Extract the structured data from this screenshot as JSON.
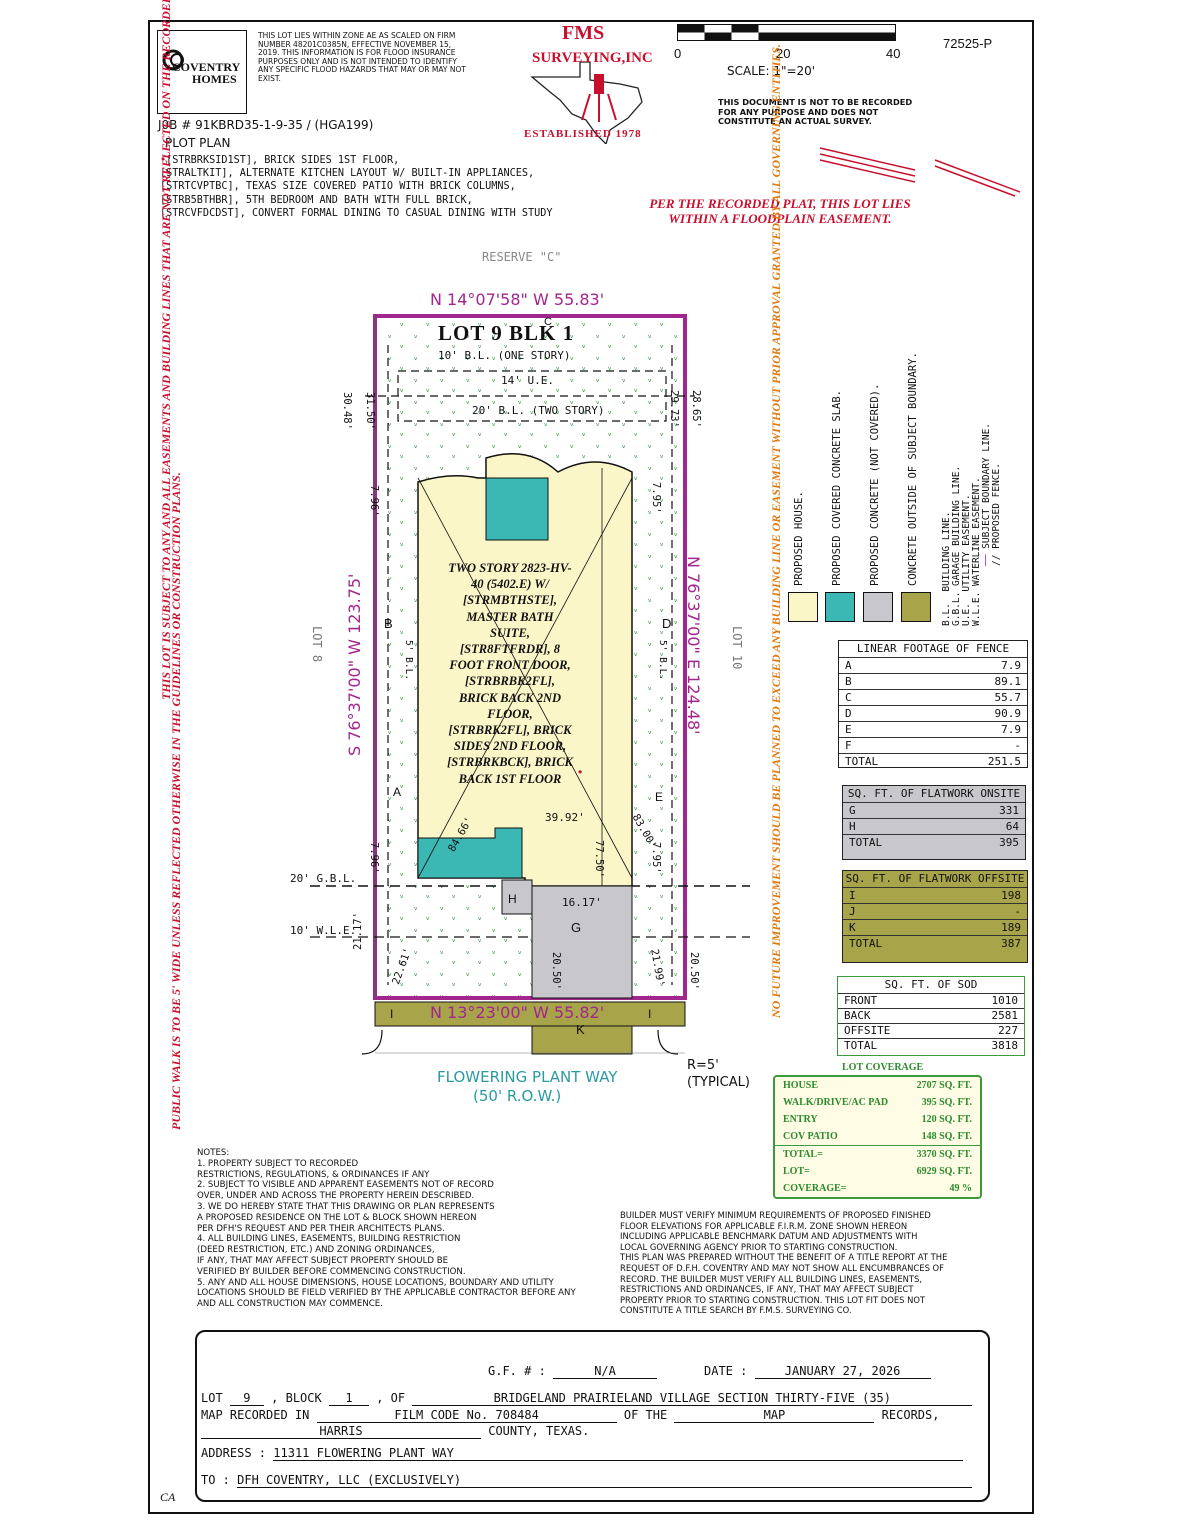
{
  "header": {
    "job_number": "J0B # 91KBRD35-1-9-35 / (HGA199)",
    "plot_plan": "PLOT PLAN",
    "options": [
      "[STRBRKSID1ST], BRICK SIDES 1ST FLOOR,",
      "[STRALTKIT], ALTERNATE KITCHEN LAYOUT W/ BUILT-IN APPLIANCES,",
      "[STRTCVPTBC], TEXAS SIZE COVERED PATIO WITH BRICK COLUMNS,",
      "[STRB5BTHBR], 5TH BEDROOM AND BATH WITH FULL BRICK,",
      "[STRCVFDCDST], CONVERT FORMAL DINING TO CASUAL DINING WITH STUDY"
    ],
    "flood_note": "THIS LOT LIES WITHIN ZONE AE AS SCALED ON FIRM NUMBER 48201C0385N, EFFECTIVE NOVEMBER 15, 2019. THIS INFORMATION IS FOR FLOOD INSURANCE PURPOSES ONLY AND IS NOT INTENDED TO IDENTIFY ANY SPECIFIC FLOOD HAZARDS THAT MAY OR MAY NOT EXIST.",
    "logo_line1": "COVENTRY",
    "logo_line2": "HOMES",
    "fms_line1": "FMS",
    "fms_line2": "SURVEYING,INC",
    "established": "ESTABLISHED 1978",
    "scale_0": "0",
    "scale_20": "20",
    "scale_40": "40",
    "scale_label": "SCALE:  1\"=20'",
    "doc_number": "72525-P",
    "not_survey": "THIS DOCUMENT IS NOT TO BE RECORDED FOR ANY PURPOSE AND DOES NOT CONSTITUTE AN ACTUAL SURVEY.",
    "floodplain_note": "PER THE RECORDED PLAT, THIS LOT LIES WITHIN A FLOODPLAIN EASEMENT."
  },
  "plan": {
    "reserve": "RESERVE \"C\"",
    "north_line": "N 14°07'58\" W 55.83'",
    "south_line": "N 13°23'00\" W 55.82'",
    "west_line": "S 76°37'00\" W 123.75'",
    "east_line": "N 76°37'00\" E 124.48'",
    "lot_title": "LOT 9  BLK 1",
    "bl_one": "10' B.L. (ONE STORY)",
    "ue": "14' U.E.",
    "bl_two": "20' B.L. (TWO STORY)",
    "lot8": "LOT 8",
    "lot10": "LOT 10",
    "house_text": "TWO STORY 2823-HV-40 (5402.E) W/ [STRMBTHSTE], MASTER BATH SUITE, [STR8FTFRDR], 8 FOOT FRONT DOOR, [STRBRBK2FL], BRICK BACK 2ND FLOOR, [STRBRK2FL], BRICK SIDES 2ND FLOOR, [STRBRKBCK], BRICK BACK 1ST FLOOR",
    "dims": {
      "d3048": "30.48'",
      "d3150": "31.50'",
      "d2973": "29.73'",
      "d2865": "28.65'",
      "d796a": "7.96'",
      "d795a": "7.95'",
      "d796b": "7.96'",
      "d795b": "7.95'",
      "d3992": "39.92'",
      "d8466": "84.66'",
      "d7750": "77.50'",
      "d8300": "83.00'",
      "d1617": "16.17'",
      "d2050a": "20.50'",
      "d2050b": "20.50'",
      "d2117": "21.17'",
      "d2261": "22.61'",
      "d2199": "21.99'",
      "bl5a": "5' B.L.",
      "bl5b": "5' B.L."
    },
    "labels": {
      "A": "A",
      "B": "B",
      "C": "C",
      "D": "D",
      "E": "E",
      "G": "G",
      "H": "H",
      "I1": "I",
      "I2": "I",
      "K": "K"
    },
    "gbl": "20' G.B.L.",
    "wle": "10' W.L.E.",
    "street": "FLOWERING PLANT WAY",
    "row": "(50' R.O.W.)",
    "radius": "R=5'",
    "typical": "(TYPICAL)"
  },
  "legend": {
    "items": [
      {
        "label": "PROPOSED HOUSE.",
        "color": "#fbf6c8"
      },
      {
        "label": "PROPOSED COVERED CONCRETE SLAB.",
        "color": "#3bb8b4"
      },
      {
        "label": "PROPOSED CONCRETE (NOT COVERED).",
        "color": "#c8c8cc"
      },
      {
        "label": "CONCRETE OUTSIDE OF SUBJECT BOUNDARY.",
        "color": "#a7a44a"
      }
    ],
    "abbr": [
      {
        "key": "B.L.",
        "label": "BUILDING LINE."
      },
      {
        "key": "G.B.L.",
        "label": "GARAGE BUILDING LINE."
      },
      {
        "key": "U.E.",
        "label": "UTILITY EASEMENT."
      },
      {
        "key": "W.L.E.",
        "label": "WATERLINE EASEMENT."
      },
      {
        "key": "",
        "label": "SUBJECT BOUNDARY LINE."
      },
      {
        "key": "",
        "label": "PROPOSED FENCE."
      }
    ]
  },
  "fence": {
    "title": "LINEAR FOOTAGE OF FENCE",
    "rows": [
      {
        "k": "A",
        "v": "7.9"
      },
      {
        "k": "B",
        "v": "89.1"
      },
      {
        "k": "C",
        "v": "55.7"
      },
      {
        "k": "D",
        "v": "90.9"
      },
      {
        "k": "E",
        "v": "7.9"
      },
      {
        "k": "F",
        "v": "-"
      },
      {
        "k": "TOTAL",
        "v": "251.5"
      }
    ]
  },
  "onsite": {
    "title": "SQ. FT. OF FLATWORK ONSITE",
    "rows": [
      {
        "k": "G",
        "v": "331"
      },
      {
        "k": "H",
        "v": "64"
      },
      {
        "k": "TOTAL",
        "v": "395"
      }
    ]
  },
  "offsite": {
    "title": "SQ. FT. OF FLATWORK OFFSITE",
    "rows": [
      {
        "k": "I",
        "v": "198"
      },
      {
        "k": "J",
        "v": "-"
      },
      {
        "k": "K",
        "v": "189"
      },
      {
        "k": "TOTAL",
        "v": "387"
      }
    ]
  },
  "sod": {
    "title": "SQ. FT. OF SOD",
    "rows": [
      {
        "k": "FRONT",
        "v": "1010"
      },
      {
        "k": "BACK",
        "v": "2581"
      },
      {
        "k": "OFFSITE",
        "v": "227"
      },
      {
        "k": "TOTAL",
        "v": "3818"
      }
    ]
  },
  "coverage": {
    "title": "LOT COVERAGE",
    "rows": [
      {
        "k": "HOUSE",
        "v": "2707 SQ. FT."
      },
      {
        "k": "WALK/DRIVE/AC PAD",
        "v": "395 SQ. FT."
      },
      {
        "k": "ENTRY",
        "v": "120 SQ. FT."
      },
      {
        "k": "COV PATIO",
        "v": "148 SQ. FT."
      },
      {
        "k": "TOTAL=",
        "v": "3370 SQ. FT."
      },
      {
        "k": "LOT=",
        "v": "6929 SQ. FT."
      },
      {
        "k": "COVERAGE=",
        "v": "49 %"
      }
    ]
  },
  "side_notes": {
    "left1": "THIS LOT IS SUBJECT TO ANY AND ALL EASEMENTS AND BUILDING LINES THAT ARE NOT REFLECTED ON THE RECORDED PLAT.",
    "left2": "PUBLIC WALK IS TO BE 5' WIDE UNLESS REFLECTED OTHERWISE IN THE GUIDELINES OR CONSTRUCTION PLANS.",
    "right": "NO FUTURE IMPROVEMENT SHOULD BE PLANNED TO EXCEED ANY BUILDING LINE OR EASEMENT WITHOUT PRIOR APPROVAL GRANTED BY ALL GOVERNING ENTITIES."
  },
  "notes": [
    "NOTES:",
    "1. PROPERTY SUBJECT TO RECORDED",
    "RESTRICTIONS, REGULATIONS, & ORDINANCES IF ANY",
    "2. SUBJECT TO VISIBLE AND APPARENT EASEMENTS NOT OF RECORD",
    "OVER, UNDER AND ACROSS THE PROPERTY HEREIN DESCRIBED.",
    "3. WE DO HEREBY STATE THAT THIS DRAWING OR PLAN REPRESENTS",
    "A PROPOSED RESIDENCE ON THE LOT & BLOCK SHOWN HEREON",
    "PER DFH'S REQUEST AND PER THEIR ARCHITECTS PLANS.",
    "4. ALL BUILDING LINES, EASEMENTS, BUILDING RESTRICTION",
    "(DEED RESTRICTION, ETC.) AND ZONING ORDINANCES,",
    "IF ANY, THAT MAY AFFECT SUBJECT PROPERTY SHOULD BE",
    "VERIFIED BY BUILDER BEFORE COMMENCING CONSTRUCTION.",
    "5. ANY AND ALL HOUSE DIMENSIONS, HOUSE LOCATIONS, BOUNDARY AND UTILITY",
    "LOCATIONS SHOULD BE FIELD VERIFIED BY THE APPLICABLE CONTRACTOR BEFORE ANY",
    "AND ALL CONSTRUCTION MAY COMMENCE."
  ],
  "builder_note": [
    "BUILDER MUST VERIFY MINIMUM REQUIREMENTS OF PROPOSED FINISHED",
    "FLOOR ELEVATIONS FOR APPLICABLE F.I.R.M. ZONE SHOWN HEREON",
    "INCLUDING APPLICABLE BENCHMARK DATUM AND ADJUSTMENTS WITH",
    "LOCAL GOVERNING AGENCY PRIOR TO STARTING CONSTRUCTION.",
    "THIS PLAN WAS PREPARED WITHOUT THE BENEFIT OF A TITLE REPORT AT THE",
    "REQUEST OF D.F.H. COVENTRY AND MAY NOT SHOW ALL ENCUMBRANCES OF",
    "RECORD. THE BUILDER MUST VERIFY ALL BUILDING LINES, EASEMENTS,",
    "RESTRICTIONS AND ORDINANCES, IF ANY, THAT MAY AFFECT SUBJECT",
    "PROPERTY PRIOR TO STARTING CONSTRUCTION. THIS LOT FIT DOES NOT",
    "CONSTITUTE A TITLE SEARCH BY F.M.S. SURVEYING CO."
  ],
  "title_block": {
    "gf_label": "G.F. # :",
    "gf_value": "N/A",
    "date_label": "DATE :",
    "date_value": "JANUARY 27, 2026",
    "lot_label": "LOT",
    "lot_value": "9",
    "block_label": ", BLOCK",
    "block_value": "1",
    "of_label": ", OF",
    "subdivision": "BRIDGELAND PRAIRIELAND VILLAGE SECTION THIRTY-FIVE (35)",
    "map_label": "MAP RECORDED IN",
    "film_code": "FILM CODE No. 708484",
    "of_the": "OF THE",
    "map": "MAP",
    "records": "RECORDS,",
    "county": "HARRIS",
    "county_label": "COUNTY, TEXAS.",
    "address_label": "ADDRESS :",
    "address_value": "11311 FLOWERING PLANT WAY",
    "to_label": "TO :",
    "to_value": "DFH COVENTRY, LLC    (EXCLUSIVELY)",
    "ca": "CA"
  }
}
